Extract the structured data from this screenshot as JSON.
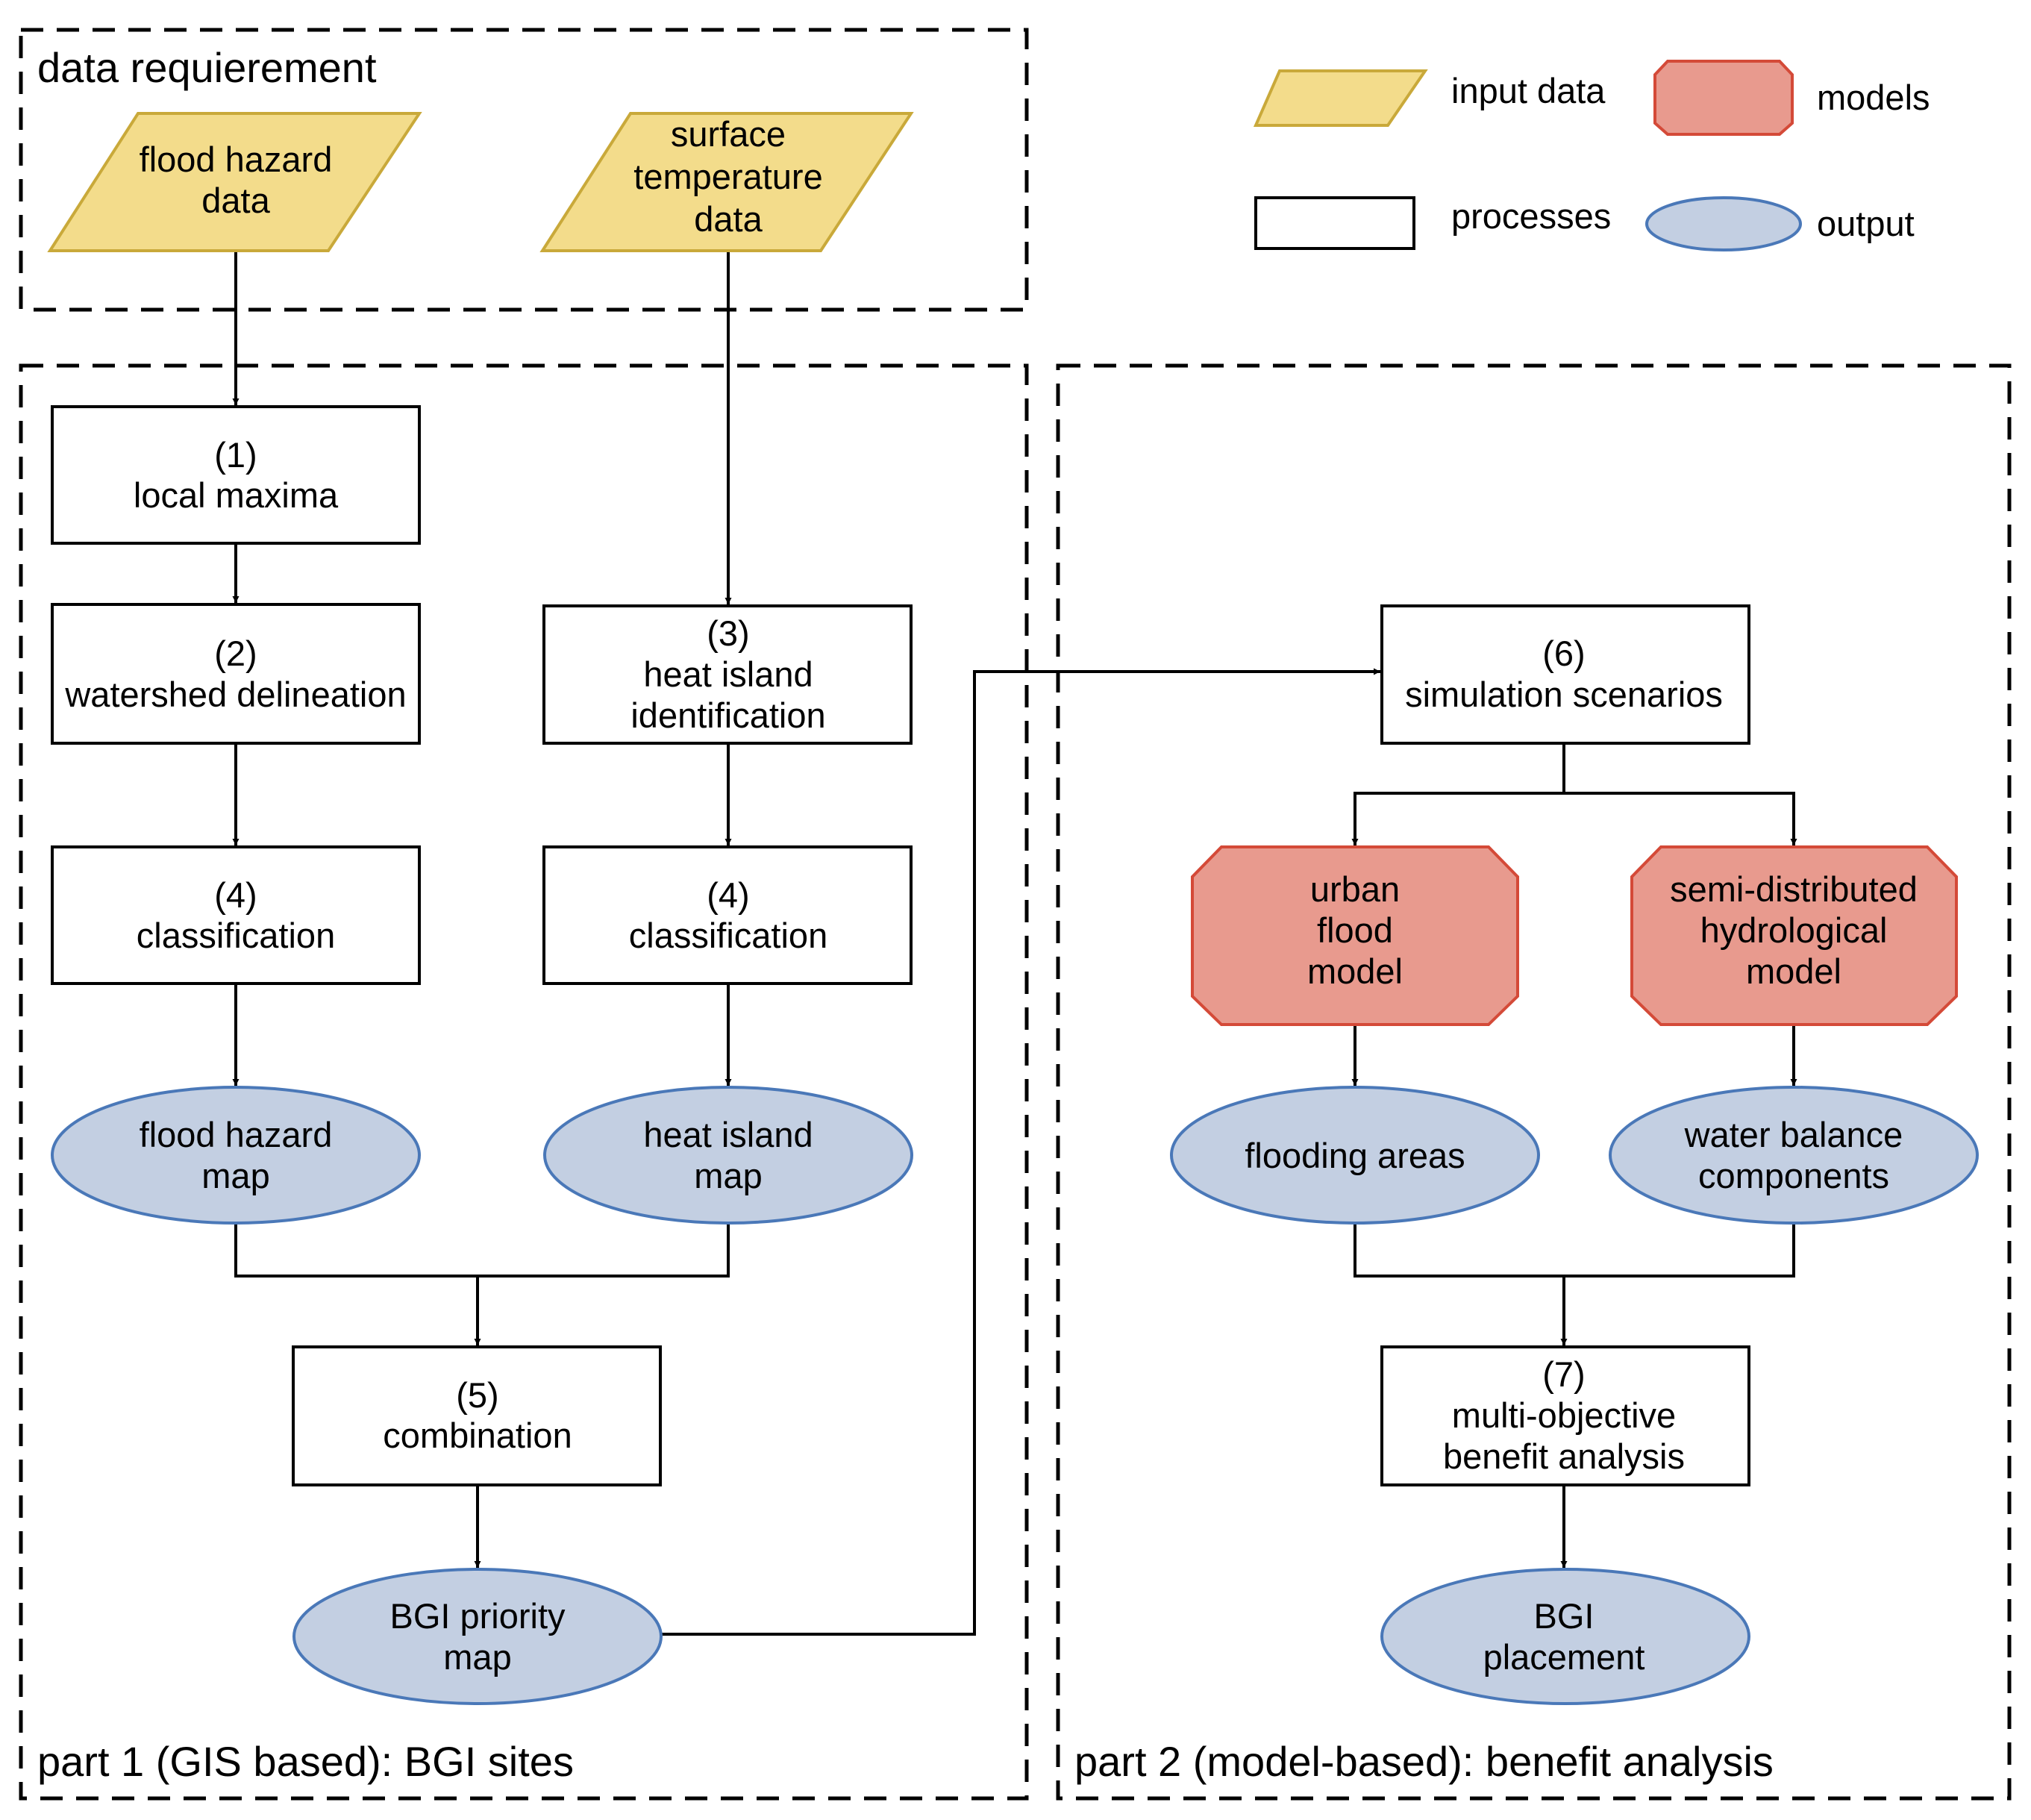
{
  "groups": {
    "data": "data requierement",
    "part1": "part 1 (GIS based): BGI sites",
    "part2": "part 2 (model-based): benefit analysis"
  },
  "legend": {
    "input": "input data",
    "models": "models",
    "processes": "processes",
    "output": "output"
  },
  "colors": {
    "input_fill": "#f3dc8b",
    "input_stroke": "#c9a93a",
    "model_fill": "#e89a8e",
    "model_stroke": "#d44a38",
    "output_fill": "#c3cfe2",
    "output_stroke": "#4a78b8",
    "process_fill": "#ffffff",
    "process_stroke": "#000000"
  },
  "nodes": {
    "in_flood": [
      "flood hazard",
      "data"
    ],
    "in_temp": [
      "surface",
      "temperature",
      "data"
    ],
    "p1": [
      "(1)",
      "local maxima"
    ],
    "p2": [
      "(2)",
      "watershed delineation"
    ],
    "p3": [
      "(3)",
      "heat island",
      "identification"
    ],
    "p4a": [
      "(4)",
      "classification"
    ],
    "p4b": [
      "(4)",
      "classification"
    ],
    "out_flood": [
      "flood hazard",
      "map"
    ],
    "out_heat": [
      "heat island",
      "map"
    ],
    "p5": [
      "(5)",
      "combination"
    ],
    "out_bgi": [
      "BGI priority",
      "map"
    ],
    "p6": [
      "(6)",
      "simulation scenarios"
    ],
    "m_urban": [
      "urban",
      "flood",
      "model"
    ],
    "m_semi": [
      "semi-distributed",
      "hydrological",
      "model"
    ],
    "out_flooding": [
      "flooding areas"
    ],
    "out_water": [
      "water balance",
      "components"
    ],
    "p7": [
      "(7)",
      "multi-objective",
      "benefit analysis"
    ],
    "out_place": [
      "BGI",
      "placement"
    ]
  }
}
